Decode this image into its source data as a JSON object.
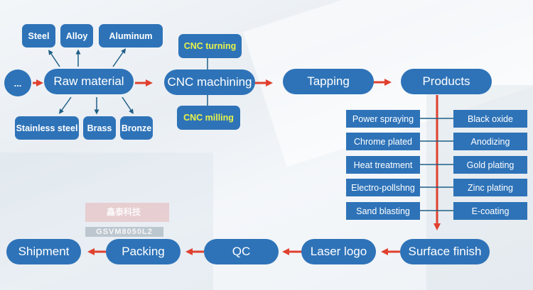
{
  "colors": {
    "node_fill": "#2e73b8",
    "node_text": "#ffffff",
    "sub_text_highlight": "#e8f24a",
    "arrow_main": "#e0402e",
    "connector": "#1f5f86"
  },
  "background": {
    "plate_text": "鑫泰科技",
    "model_text": "GSVM8050L2"
  },
  "flow": {
    "start": "...",
    "raw_material": {
      "label": "Raw material",
      "materials_top": [
        "Steel",
        "Alloy",
        "Aluminum"
      ],
      "materials_bottom": [
        "Stainless steel",
        "Brass",
        "Bronze"
      ]
    },
    "cnc_machining": {
      "label": "CNC machining",
      "sub_top": "CNC turning",
      "sub_bottom": "CNC milling"
    },
    "tapping": "Tapping",
    "products": "Products",
    "finishes_left": [
      "Power spraying",
      "Chrome plated",
      "Heat treatment",
      "Electro-pollshng",
      "Sand blasting"
    ],
    "finishes_right": [
      "Black oxide",
      "Anodizing",
      "Gold plating",
      "Zinc plating",
      "E-coating"
    ],
    "surface_finish": "Surface finish",
    "laser_logo": "Laser logo",
    "qc": "QC",
    "packing": "Packing",
    "shipment": "Shipment"
  }
}
